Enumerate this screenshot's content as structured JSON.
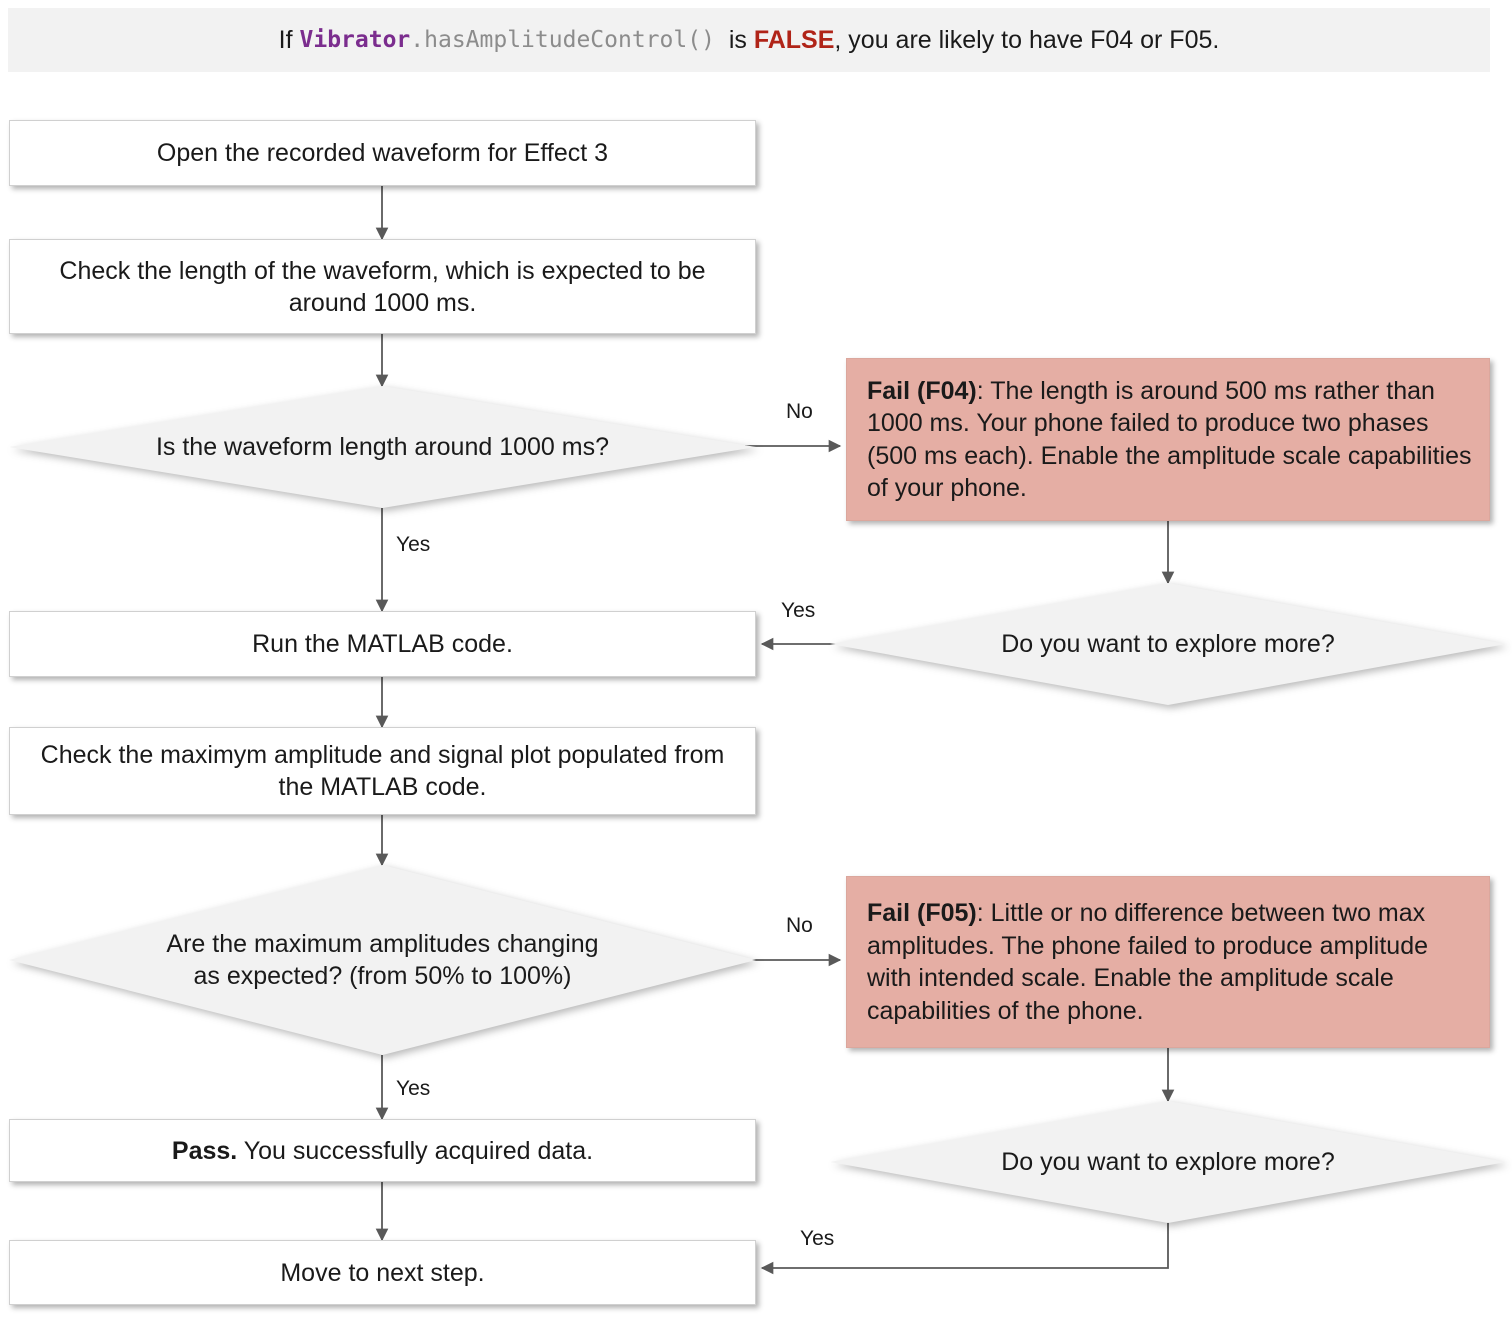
{
  "banner": {
    "prefix": "If ",
    "code_class": "Vibrator",
    "code_method": ".hasAmplitudeControl()",
    "middle": "  is ",
    "keyword": "FALSE",
    "suffix": ", you are likely to have F04 or F05."
  },
  "nodes": {
    "open_waveform": "Open the recorded waveform for Effect 3",
    "check_length": "Check the length of the waveform, which is expected to be around 1000 ms.",
    "decide_length": "Is the waveform length around 1000 ms?",
    "fail_f04_bold": "Fail (F04)",
    "fail_f04_text": ": The length is around 500 ms rather than 1000 ms. Your phone failed to produce two phases (500 ms each). Enable the amplitude scale capabilities of your phone.",
    "explore_more_1": "Do you want to explore more?",
    "run_matlab": "Run the MATLAB code.",
    "check_amplitude": "Check the maximym amplitude and signal plot populated from the MATLAB code.",
    "decide_amplitude": "Are the maximum amplitudes changing as expected? (from 50% to 100%)",
    "fail_f05_bold": "Fail (F05)",
    "fail_f05_text": ": Little or no difference between two max amplitudes. The phone failed to produce amplitude with intended scale. Enable the amplitude scale capabilities of the phone.",
    "explore_more_2": "Do you want to explore more?",
    "pass_bold": "Pass.",
    "pass_text": " You successfully acquired data.",
    "move_next": "Move to next step."
  },
  "edges": {
    "no_1": "No",
    "yes_1": "Yes",
    "yes_explore_1": "Yes",
    "no_2": "No",
    "yes_2": "Yes",
    "yes_explore_2": "Yes"
  },
  "colors": {
    "banner_bg": "#f2f2f2",
    "code_class": "#7b2d8e",
    "code_method": "#8c8c8c",
    "keyword_false": "#b02418",
    "fail_bg": "#e5aea4",
    "diamond_bg": "#f2f2f2",
    "box_bg": "#ffffff",
    "connector": "#595959"
  }
}
